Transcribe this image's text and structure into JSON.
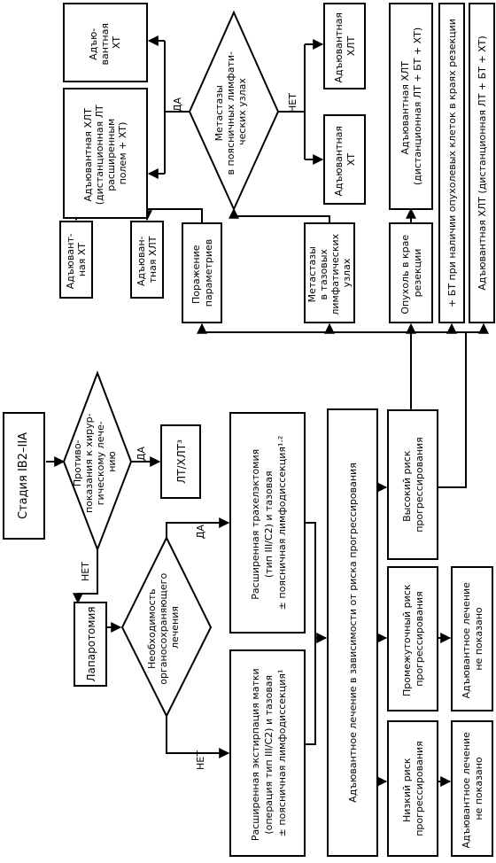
{
  "diagram": {
    "start": "Стадия IB2–IIA",
    "contraindications": [
      "Противо-",
      "показания к хирур-",
      "гическому лече-",
      "нию"
    ],
    "lt_xlt": "ЛТ/ХЛТ³",
    "yes": "ДА",
    "no": "НЕТ",
    "laparotomy": "Лапаротомия",
    "organ_saving": [
      "Необходимость",
      "органосохраняющего",
      "лечения"
    ],
    "hysterectomy": [
      "Расширенная экстирпация матки",
      "(операция тип III/C2) и тазовая",
      "± поясничная лимфодиссекция¹"
    ],
    "trachelectomy": [
      "Расширенная трахелэктомия",
      "(тип III/C2) и тазовая",
      "± поясничная лимфодиссекция¹·²"
    ],
    "adjuvant_by_risk": "Адъювантное лечение в зависимости от риска прогрессирования",
    "low_risk": [
      "Низкий риск",
      "прогрессирования"
    ],
    "mid_risk": [
      "Промежуточный риск",
      "прогрессирования"
    ],
    "high_risk": [
      "Высокий риск",
      "прогрессирования"
    ],
    "not_indicated": [
      "Адъювантное лечение",
      "не показано"
    ],
    "parametria": [
      "Поражение",
      "параметриев"
    ],
    "adj_chemo_short": [
      "Адъювант-",
      "ная ХТ"
    ],
    "adj_chemoradio_short": [
      "Адъюван-",
      "тная ХЛТ"
    ],
    "pelvic_mets": [
      "Метастазы",
      "в тазовых",
      "лимфатических",
      "узлах"
    ],
    "margin": [
      "Опухоль в крае",
      "резекции"
    ],
    "lumbar_mets": [
      "Метастазы",
      "в поясничных лимфати-",
      "ческих узлах"
    ],
    "adj_xlt_extended": [
      "Адъювантная ХЛТ",
      "(дистанционная ЛТ",
      "расширенным",
      "полем + ХТ)"
    ],
    "adj_ht_top": [
      "Адъю-",
      "вантная",
      "ХТ"
    ],
    "adj_xlt_right": [
      "Адъювантная",
      "ХЛТ"
    ],
    "adj_ht_right": [
      "Адъювантная",
      "ХТ"
    ],
    "adj_xlt_remote": [
      "Адъювантная ХЛТ",
      "(дистанционная ЛТ + БТ + ХТ)"
    ],
    "bt_note": "+ БТ при наличии опухолевых клеток в краях резекции",
    "adj_xlt_final": "Адъювантная ХЛТ (дистанционная ЛТ + БТ + ХТ)"
  }
}
